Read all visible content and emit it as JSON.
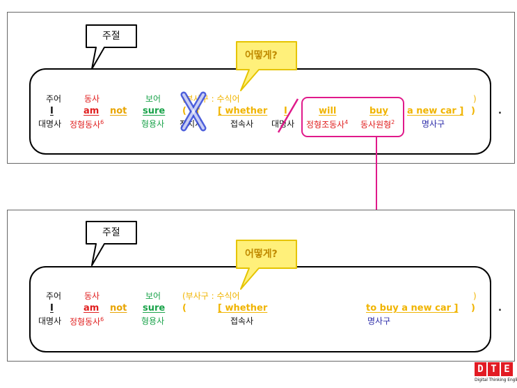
{
  "top": {
    "callout_main_clause": "주절",
    "callout_how": "어떻게?",
    "roles": {
      "subject": "주어",
      "verb": "동사",
      "complement": "보어",
      "adverb_phrase": "(부사구 : 수식어",
      "close_paren": ")"
    },
    "words": {
      "i": "I",
      "am": "am",
      "not": "not",
      "sure": "sure",
      "of": "( of",
      "whether": "[ whether",
      "i2": "I",
      "will": "will",
      "buy": "buy",
      "car": "a new car ]",
      "close": ")",
      "period": "."
    },
    "pos": {
      "pronoun": "대명사",
      "linking_verb": "정형동사",
      "linking_verb_sup": "6",
      "adjective": "형용사",
      "preposition": "전치사",
      "conjunction": "접속사",
      "pronoun2": "대명사",
      "modal": "정형조동사",
      "modal_sup": "4",
      "base_verb": "동사원형",
      "base_verb_sup": "2",
      "noun_phrase": "명사구"
    }
  },
  "bottom": {
    "callout_main_clause": "주절",
    "callout_how": "어떻게?",
    "roles": {
      "subject": "주어",
      "verb": "동사",
      "complement": "보어",
      "adverb_phrase": "(부사구 : 수식어",
      "close_paren": ")"
    },
    "words": {
      "i": "I",
      "am": "am",
      "not": "not",
      "sure": "sure",
      "open": "(",
      "whether": "[ whether",
      "tobuy": "to buy  a new car ]",
      "close": ")",
      "period": "."
    },
    "pos": {
      "pronoun": "대명사",
      "linking_verb": "정형동사",
      "linking_verb_sup": "6",
      "adjective": "형용사",
      "conjunction": "접속사",
      "noun_phrase": "명사구"
    }
  },
  "logo": {
    "letters": [
      "D",
      "T",
      "E"
    ],
    "caption": "Digital Thinking English"
  },
  "colors": {
    "verb_red": "#e01e1e",
    "complement_green": "#1aa34a",
    "modifier_yellow": "#f0b400",
    "noun_blue": "#2a2aa8",
    "highlight_magenta": "#e0198a",
    "cross_blue": "#3b4fd9",
    "callout_yellow": "#fff07a",
    "logo_red": "#e21b23"
  }
}
